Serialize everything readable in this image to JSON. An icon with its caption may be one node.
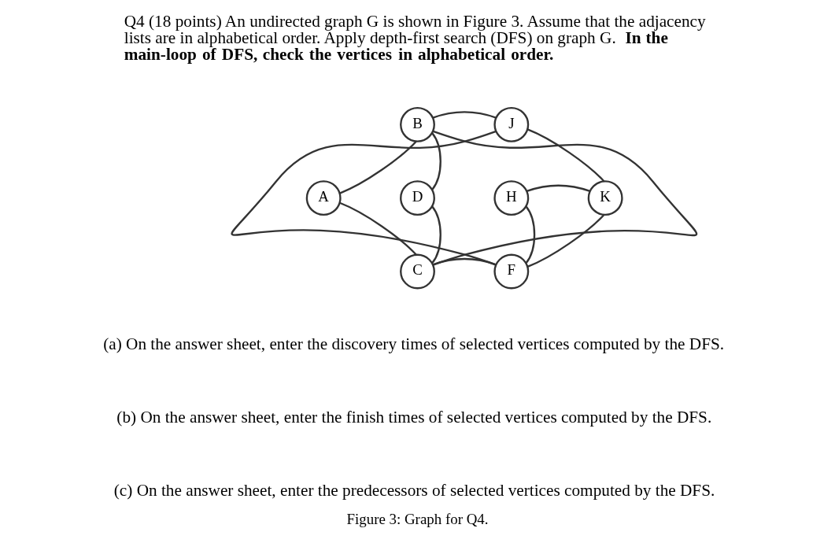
{
  "diagram": {
    "caption": "Figure 3: Graph for Q4.",
    "nodes": [
      {
        "text": [
          "B"
        ]
      },
      {
        "text": [
          "J"
        ]
      },
      {
        "text": [
          "A"
        ]
      },
      {
        "text": [
          "D"
        ]
      },
      {
        "text": [
          "H"
        ]
      },
      {
        "text": [
          "K"
        ]
      },
      {
        "text": [
          "C"
        ]
      },
      {
        "text": [
          "F"
        ]
      }
    ],
    "edges": [
      {
        "from": 2,
        "to": 0,
        "arrow": "none"
      },
      {
        "from": 0,
        "to": 1,
        "arrow": "none"
      },
      {
        "from": 0,
        "to": 3,
        "arrow": "none"
      },
      {
        "from": 0,
        "to": 6,
        "arrow": "none"
      },
      {
        "from": 1,
        "to": 5,
        "arrow": "none"
      },
      {
        "from": 1,
        "to": 7,
        "arrow": "none"
      },
      {
        "from": 2,
        "to": 6,
        "arrow": "none"
      },
      {
        "from": 3,
        "to": 6,
        "arrow": "none"
      },
      {
        "from": 4,
        "to": 5,
        "arrow": "none"
      },
      {
        "from": 4,
        "to": 7,
        "arrow": "none"
      },
      {
        "from": 6,
        "to": 7,
        "arrow": "none"
      },
      {
        "from": 7,
        "to": 5,
        "arrow": "none"
      }
    ],
    "labels": [
      "Q4 (18 points) An undirected graph G is shown in Figure 3. Assume that the adjacency lists are in alphabetical order. Apply depth-first search (DFS) on graph G. **In the main-loop of DFS, check the vertices in alphabetical order.**",
      "(a) On the answer sheet, enter the discovery times of selected vertices computed by the DFS.",
      "(b) On the answer sheet, enter the finish times of selected vertices computed by the DFS.",
      "(c) On the answer sheet, enter the predecessors of selected vertices computed by the DFS."
    ]
  }
}
